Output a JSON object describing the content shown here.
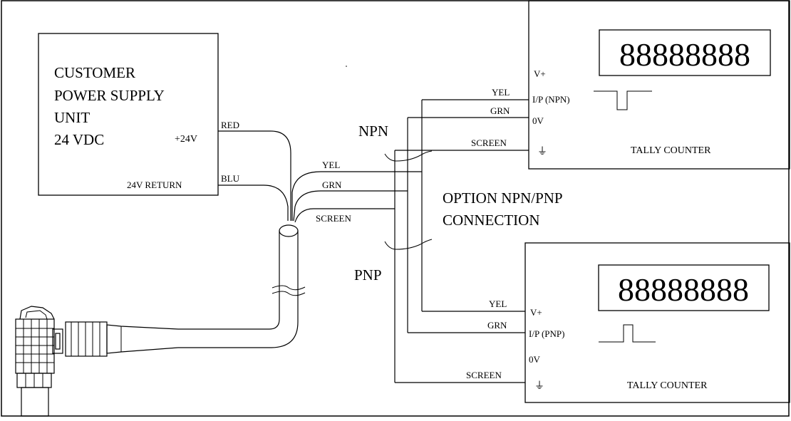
{
  "power_supply": {
    "title_line1": "CUSTOMER",
    "title_line2": "POWER SUPPLY",
    "title_line3": "UNIT",
    "title_line4": "24 VDC",
    "pos_terminal": "+24V",
    "return_terminal": "24V RETURN"
  },
  "wires": {
    "red": "RED",
    "blu": "BLU",
    "yel": "YEL",
    "grn": "GRN",
    "screen": "SCREEN"
  },
  "labels": {
    "npn": "NPN",
    "pnp": "PNP",
    "option_line1": "OPTION NPN/PNP",
    "option_line2": "CONNECTION"
  },
  "counter_top": {
    "display": "88888888",
    "v_plus": "V+",
    "input": "I/P (NPN)",
    "zero_v": "0V",
    "ground": "⏚",
    "name": "TALLY COUNTER",
    "wire_yel": "YEL",
    "wire_grn": "GRN",
    "wire_screen": "SCREEN"
  },
  "counter_bottom": {
    "display": "88888888",
    "v_plus": "V+",
    "input": "I/P (PNP)",
    "zero_v": "0V",
    "ground": "⏚",
    "name": "TALLY COUNTER",
    "wire_yel": "YEL",
    "wire_grn": "GRN",
    "wire_screen": "SCREEN"
  }
}
